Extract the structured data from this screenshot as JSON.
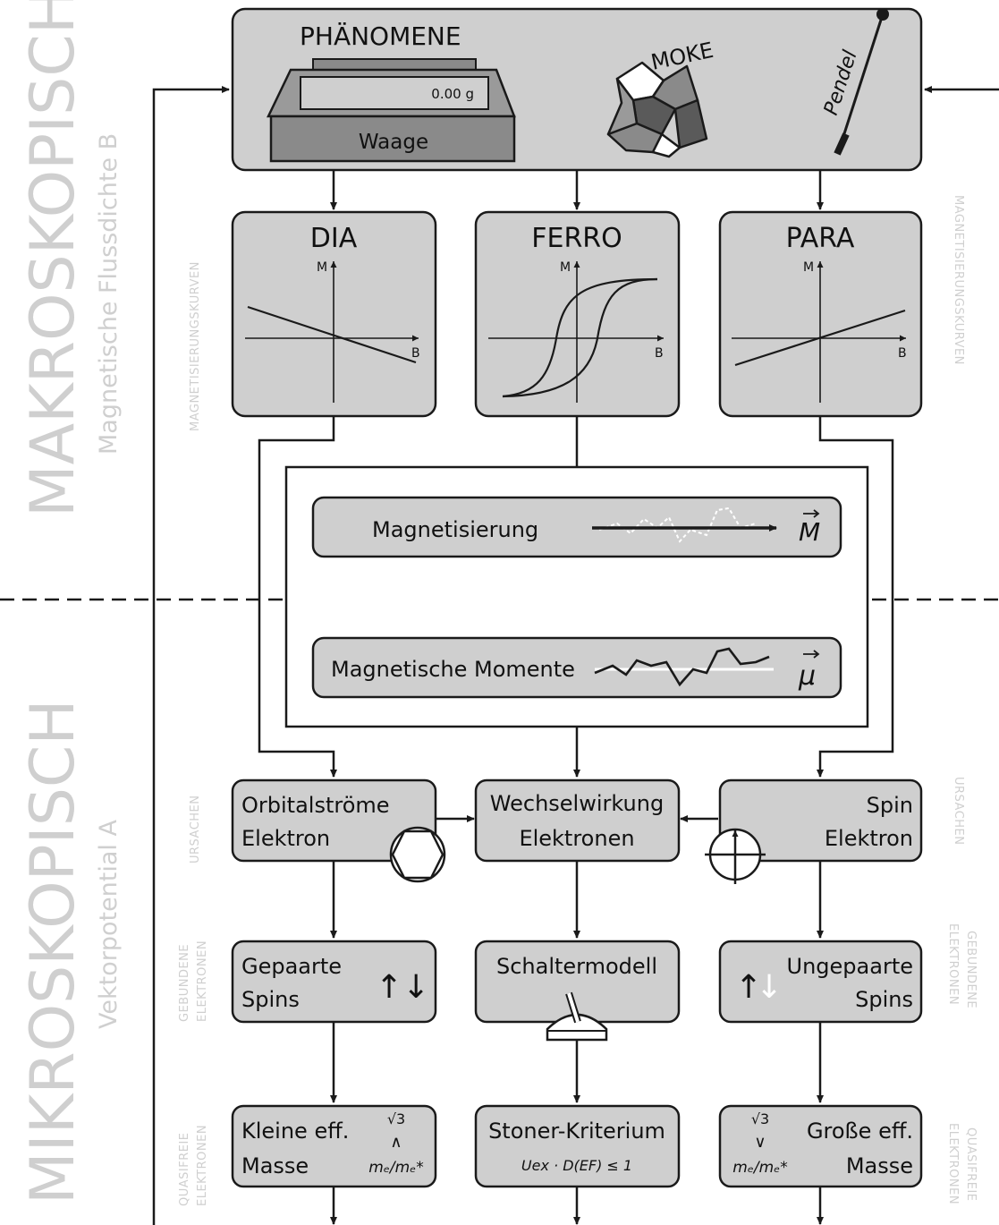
{
  "left_labels": {
    "makro": "MAKROSKOPISCH",
    "makro_sub": "Magnetische Flussdichte B",
    "mikro": "MIKROSKOPISCH",
    "mikro_sub": "Vektorpotential A"
  },
  "side_labels": {
    "magnetisierungskurven": "MAGNETISIERUNGSKURVEN",
    "ursachen": "URSACHEN",
    "gebundene_1": "GEBUNDENE",
    "gebundene_2": "ELEKTRONEN",
    "quasifreie_1": "QUASIFREIE",
    "quasifreie_2": "ELEKTRONEN"
  },
  "phaenomene": {
    "title": "PHÄNOMENE",
    "scale_reading": "0.00 g",
    "scale_label": "Waage",
    "moke": "MOKE",
    "pendel": "Pendel"
  },
  "curves": [
    {
      "title": "DIA",
      "y": "M",
      "x": "B"
    },
    {
      "title": "FERRO",
      "y": "M",
      "x": "B"
    },
    {
      "title": "PARA",
      "y": "M",
      "x": "B"
    }
  ],
  "magnetisierung": {
    "label": "Magnetisierung",
    "symbol": "M"
  },
  "momente": {
    "label": "Magnetische Momente",
    "symbol": "μ"
  },
  "causes": {
    "orbital_1": "Orbitalströme",
    "orbital_2": "Elektron",
    "wechsel_1": "Wechselwirkung",
    "wechsel_2": "Elektronen",
    "spin_1": "Spin",
    "spin_2": "Elektron"
  },
  "bound": {
    "gepaarte_1": "Gepaarte",
    "gepaarte_2": "Spins",
    "gepaarte_arrows": "↑↓",
    "schalter": "Schaltermodell",
    "ungepaarte_1": "Ungepaarte",
    "ungepaarte_2": "Spins",
    "up": "↑",
    "down": "↓"
  },
  "quasi": {
    "kleine_1": "Kleine eff.",
    "kleine_2": "Masse",
    "stoner": "Stoner-Kriterium",
    "stoner_formula": "Uex · D(EF) ≤ 1",
    "grosse_1": "Große eff.",
    "grosse_2": "Masse",
    "sqrt3": "√3",
    "wedge": "∧",
    "vee": "∨",
    "ratio": "mₑ/mₑ*"
  }
}
